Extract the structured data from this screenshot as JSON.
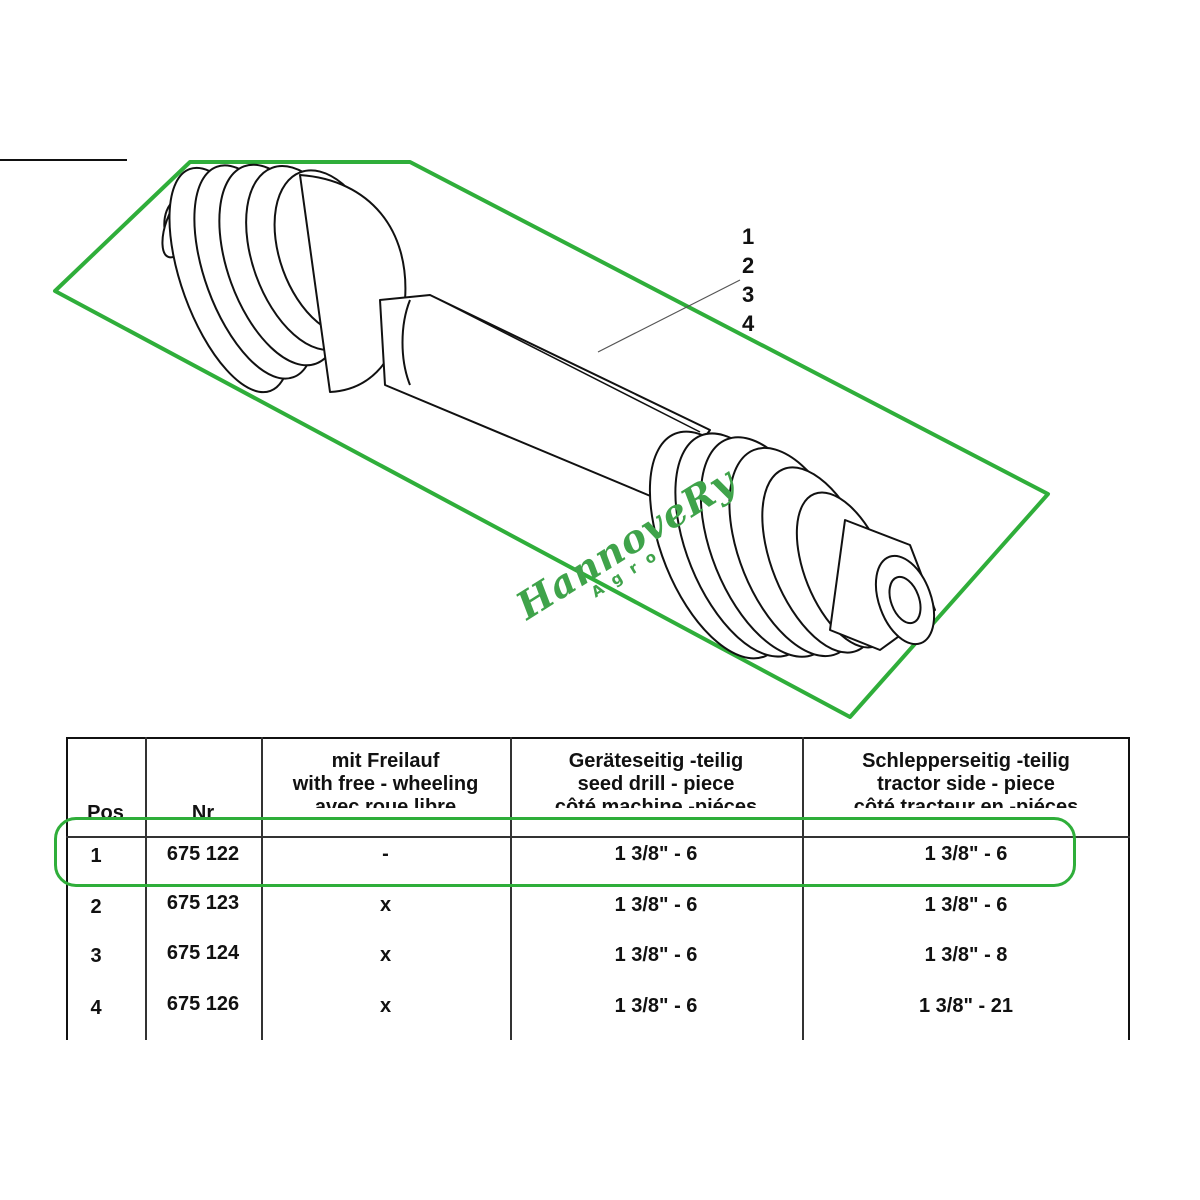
{
  "drawing": {
    "callouts": [
      "1",
      "2",
      "3",
      "4"
    ],
    "highlight_color": "#2fae3a",
    "watermark": {
      "brand": "HannoveRy",
      "sub": "Agro"
    }
  },
  "table": {
    "headers": {
      "pos": "Pos",
      "nr": "Nr",
      "freewheel": [
        "mit Freilauf",
        "with free - wheeling",
        "avec roue libre"
      ],
      "implement": [
        "Geräteseitig  -teilig",
        "seed drill  - piece",
        "côté machine  -piéces"
      ],
      "tractor": [
        "Schlepperseitig  -teilig",
        "tractor side  - piece",
        "côté tracteur en  -piéces"
      ]
    },
    "rows": [
      {
        "pos": "1",
        "nr": "675 122",
        "freewheel": "-",
        "implement": "1 3/8\" - 6",
        "tractor": "1 3/8\" - 6"
      },
      {
        "pos": "2",
        "nr": "675 123",
        "freewheel": "x",
        "implement": "1 3/8\" - 6",
        "tractor": "1 3/8\" - 6"
      },
      {
        "pos": "3",
        "nr": "675 124",
        "freewheel": "x",
        "implement": "1 3/8\" - 6",
        "tractor": "1 3/8\" - 8"
      },
      {
        "pos": "4",
        "nr": "675 126",
        "freewheel": "x",
        "implement": "1 3/8\" - 6",
        "tractor": "1 3/8\" - 21"
      }
    ],
    "highlighted_row": "1"
  }
}
